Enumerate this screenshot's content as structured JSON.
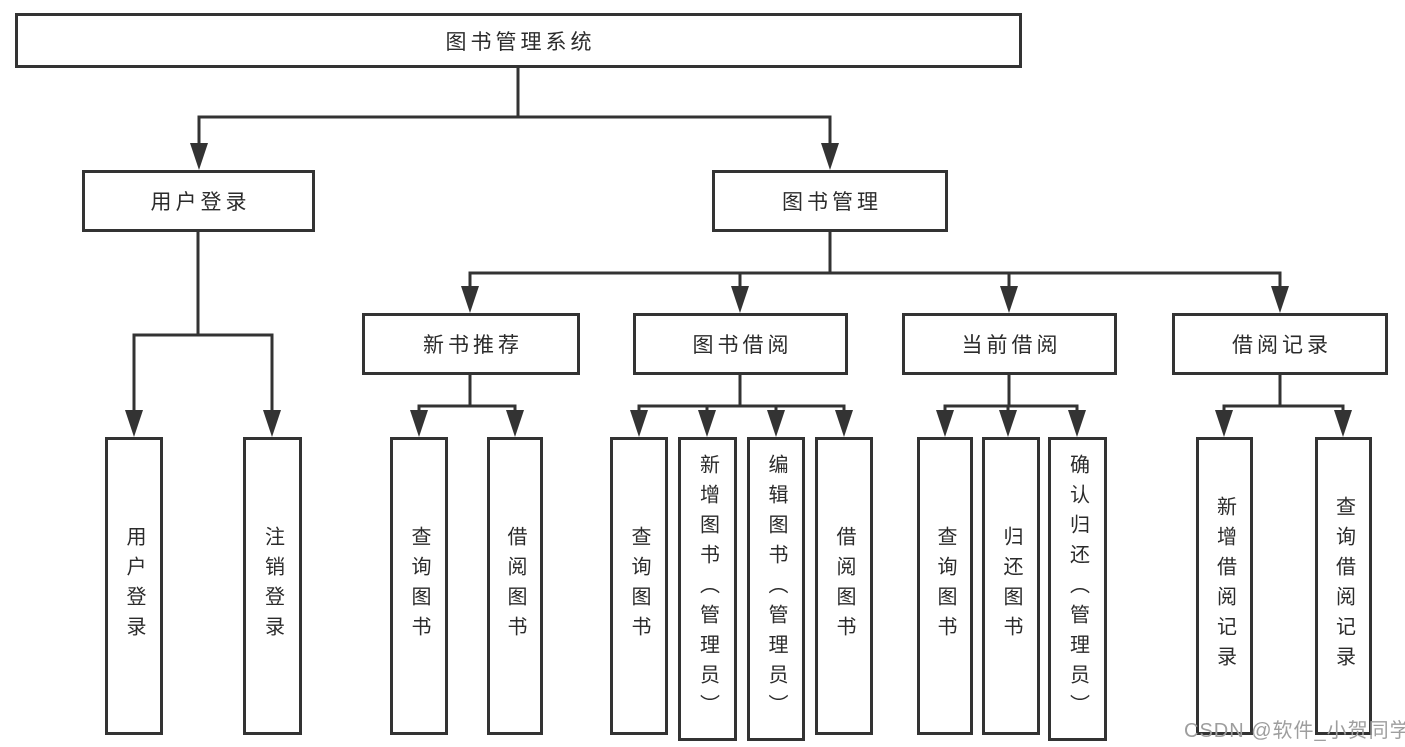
{
  "style": {
    "background": "#ffffff",
    "line_color": "#333333",
    "box_border_color": "#333333",
    "box_fill": "#ffffff",
    "text_color": "#2b2b2b",
    "watermark_color": "#9e9e9e"
  },
  "watermark": {
    "text": "CSDN @软件_小贺同学"
  },
  "tree": {
    "root": {
      "label": "图书管理系统",
      "children": [
        {
          "label": "用户登录",
          "children": [
            {
              "label": "用户登录"
            },
            {
              "label": "注销登录"
            }
          ]
        },
        {
          "label": "图书管理",
          "children": [
            {
              "label": "新书推荐",
              "children": [
                {
                  "label": "查询图书"
                },
                {
                  "label": "借阅图书"
                }
              ]
            },
            {
              "label": "图书借阅",
              "children": [
                {
                  "label": "查询图书"
                },
                {
                  "label": "新增图书（管理员）"
                },
                {
                  "label": "编辑图书（管理员）"
                },
                {
                  "label": "借阅图书"
                }
              ]
            },
            {
              "label": "当前借阅",
              "children": [
                {
                  "label": "查询图书"
                },
                {
                  "label": "归还图书"
                },
                {
                  "label": "确认归还（管理员）"
                }
              ]
            },
            {
              "label": "借阅记录",
              "children": [
                {
                  "label": "新增借阅记录"
                },
                {
                  "label": "查询借阅记录"
                }
              ]
            }
          ]
        }
      ]
    }
  }
}
